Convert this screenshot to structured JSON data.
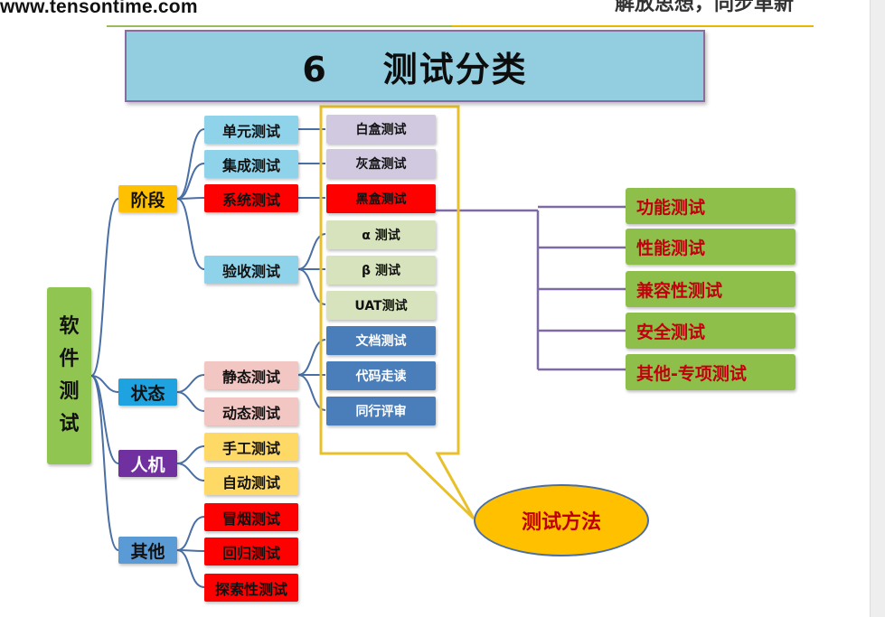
{
  "header": {
    "url": "www.tensontime.com",
    "slogan": "解放思想，同步革新"
  },
  "title": "6    测试分类",
  "diagram": {
    "root": "软件测试",
    "categories": [
      {
        "label": "阶段",
        "color": "#ffc000"
      },
      {
        "label": "状态",
        "color": "#1fa2e0"
      },
      {
        "label": "人机",
        "color": "#7030a0"
      },
      {
        "label": "其他",
        "color": "#5b9bd5"
      }
    ],
    "stage_items": [
      {
        "label": "单元测试",
        "color": "#8ed3ea"
      },
      {
        "label": "集成测试",
        "color": "#8ed3ea"
      },
      {
        "label": "系统测试",
        "color": "#ff0000"
      },
      {
        "label": "验收测试",
        "color": "#8ed3ea"
      }
    ],
    "state_items": [
      {
        "label": "静态测试",
        "color": "#f2c7c3"
      },
      {
        "label": "动态测试",
        "color": "#f2c7c3"
      }
    ],
    "human_items": [
      {
        "label": "手工测试",
        "color": "#ffd966"
      },
      {
        "label": "自动测试",
        "color": "#ffd966"
      }
    ],
    "other_items": [
      {
        "label": "冒烟测试",
        "color": "#ff0000"
      },
      {
        "label": "回归测试",
        "color": "#ff0000"
      },
      {
        "label": "探索性测试",
        "color": "#ff0000"
      }
    ],
    "methods": [
      {
        "label": "白盒测试",
        "color": "#d0c9e0"
      },
      {
        "label": "灰盒测试",
        "color": "#d0c9e0"
      },
      {
        "label": "黑盒测试",
        "color": "#ff0000"
      },
      {
        "label": "α 测试",
        "color": "#d6e3bd"
      },
      {
        "label": "β 测试",
        "color": "#d6e3bd"
      },
      {
        "label": "UAT测试",
        "color": "#d6e3bd"
      },
      {
        "label": "文档测试",
        "color": "#4a7ebb"
      },
      {
        "label": "代码走读",
        "color": "#4a7ebb"
      },
      {
        "label": "同行评审",
        "color": "#4a7ebb"
      }
    ],
    "callout": "测试方法",
    "blackbox_items": [
      "功能测试",
      "性能测试",
      "兼容性测试",
      "安全测试",
      "其他-专项测试"
    ]
  }
}
